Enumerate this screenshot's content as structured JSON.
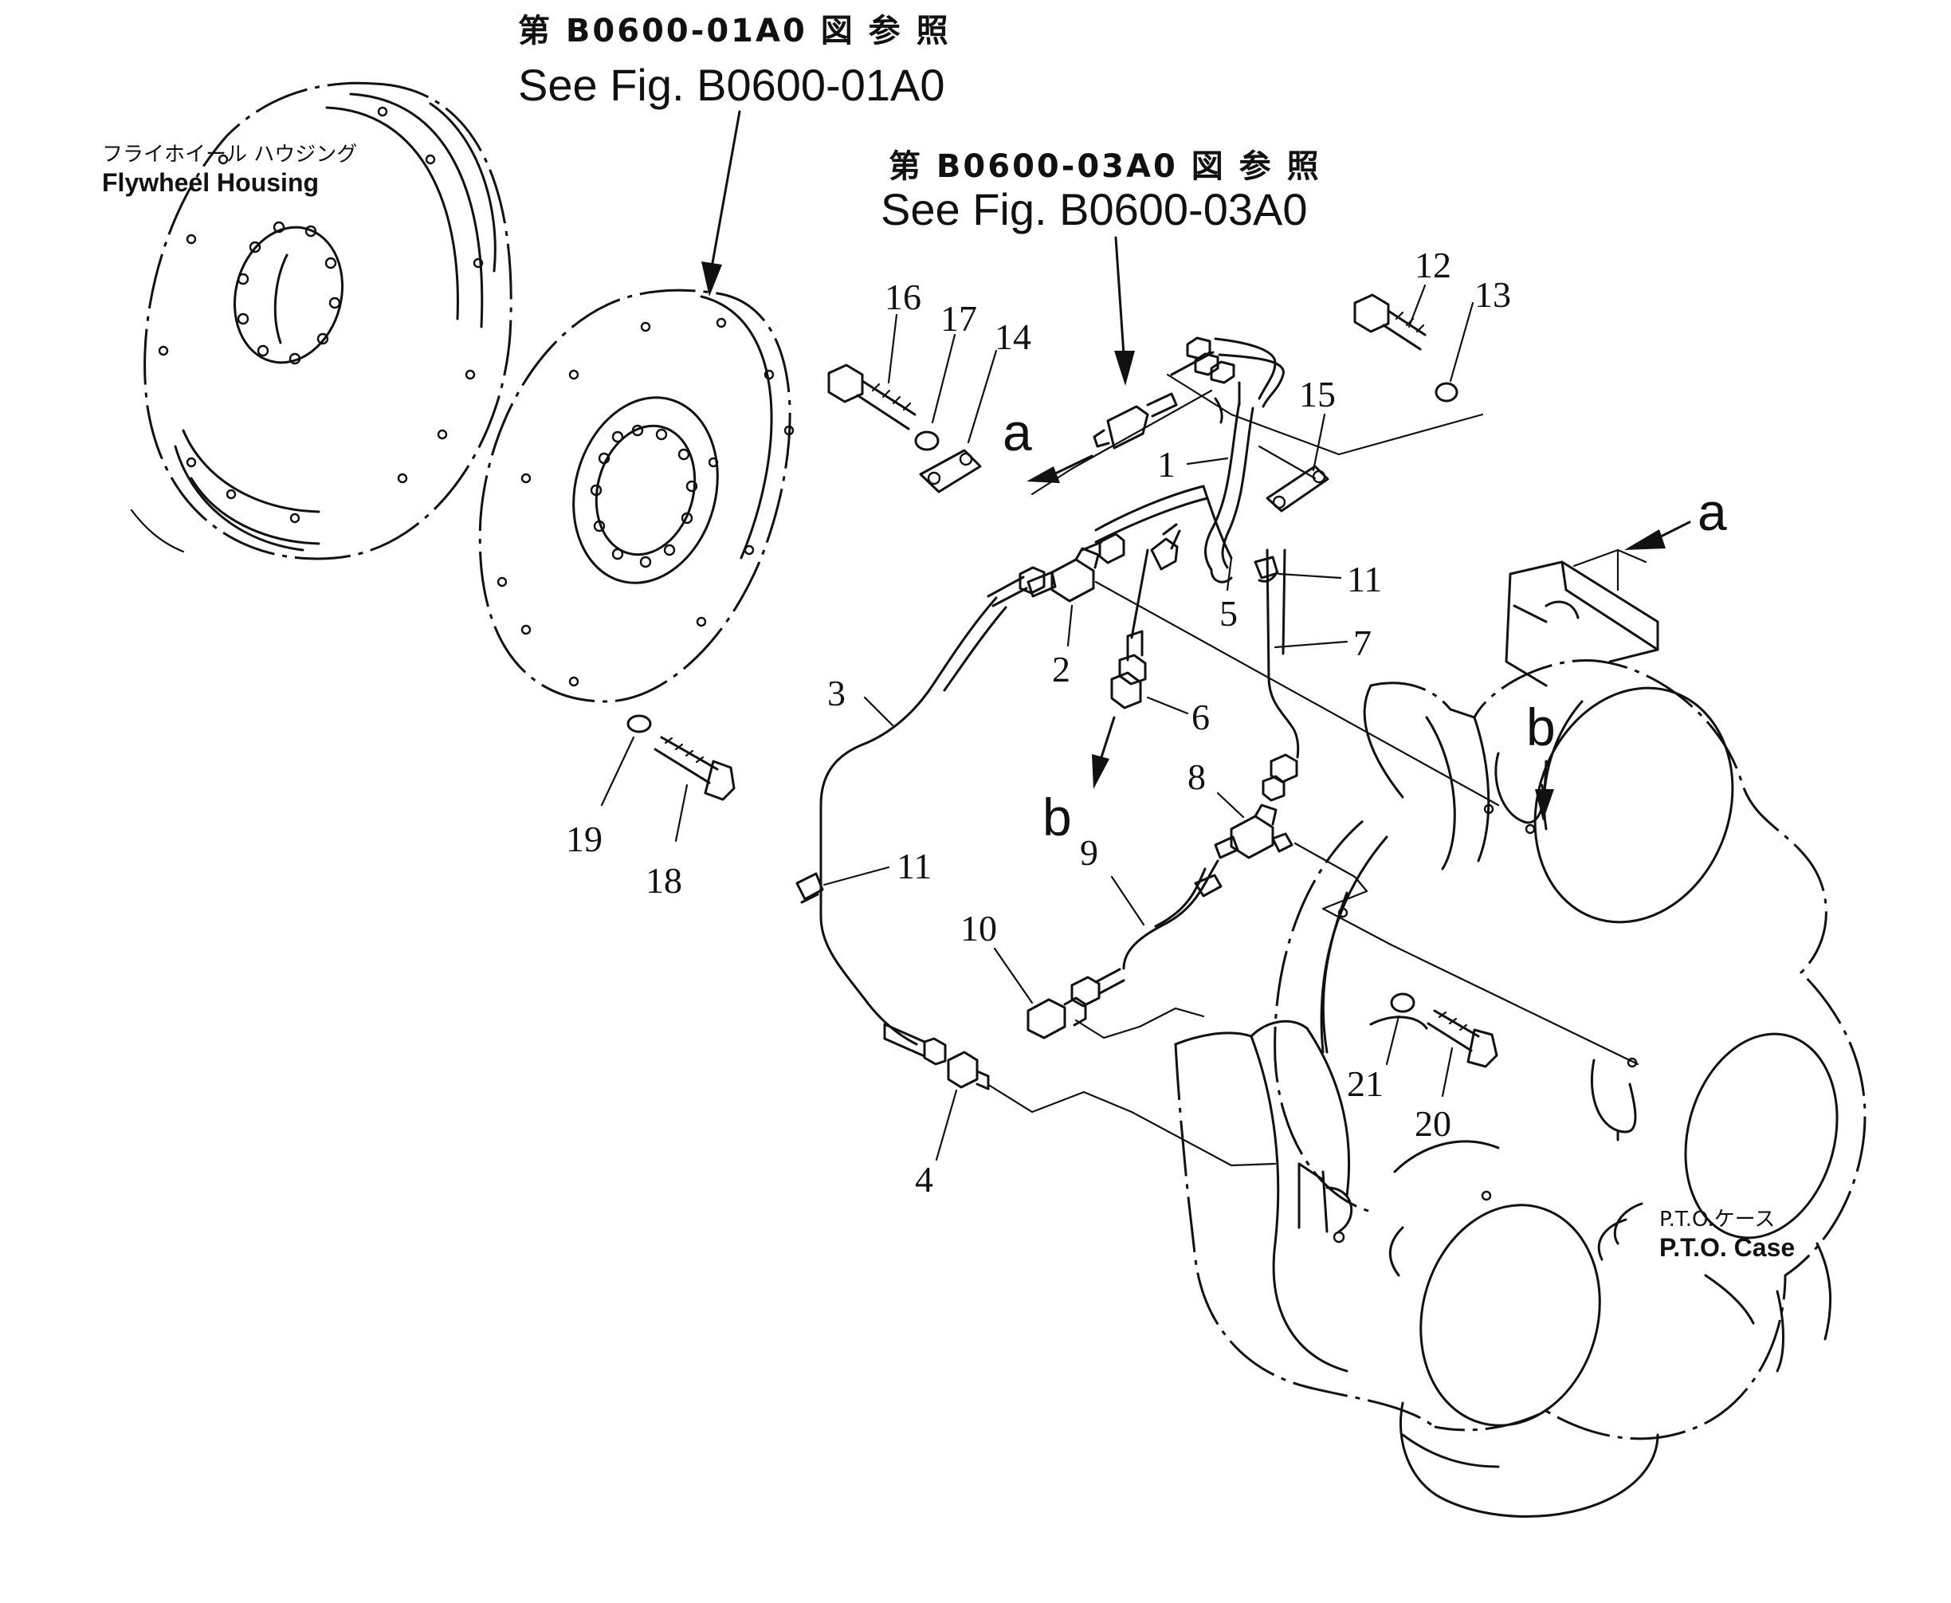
{
  "references": {
    "top_left_jp": "第 B0600-01A0 図 参 照",
    "top_left_en": "See Fig. B0600-01A0",
    "top_mid_jp": "第 B0600-03A0 図 参 照",
    "top_mid_en": "See Fig. B0600-03A0"
  },
  "components": {
    "flywheel_housing_jp": "フライホイール ハウジング",
    "flywheel_housing_en": "Flywheel Housing",
    "pto_case_jp": "P.T.O.ケース",
    "pto_case_en": "P.T.O. Case"
  },
  "parts": {
    "p1": "1",
    "p2": "2",
    "p3": "3",
    "p4": "4",
    "p5": "5",
    "p6": "6",
    "p7": "7",
    "p8": "8",
    "p9": "9",
    "p10": "10",
    "p11a": "11",
    "p11b": "11",
    "p12": "12",
    "p13": "13",
    "p14": "14",
    "p15": "15",
    "p16": "16",
    "p17": "17",
    "p18": "18",
    "p19": "19",
    "p20": "20",
    "p21": "21"
  },
  "connections": {
    "a_left": "a",
    "a_right": "a",
    "b_left": "b",
    "b_right": "b"
  }
}
